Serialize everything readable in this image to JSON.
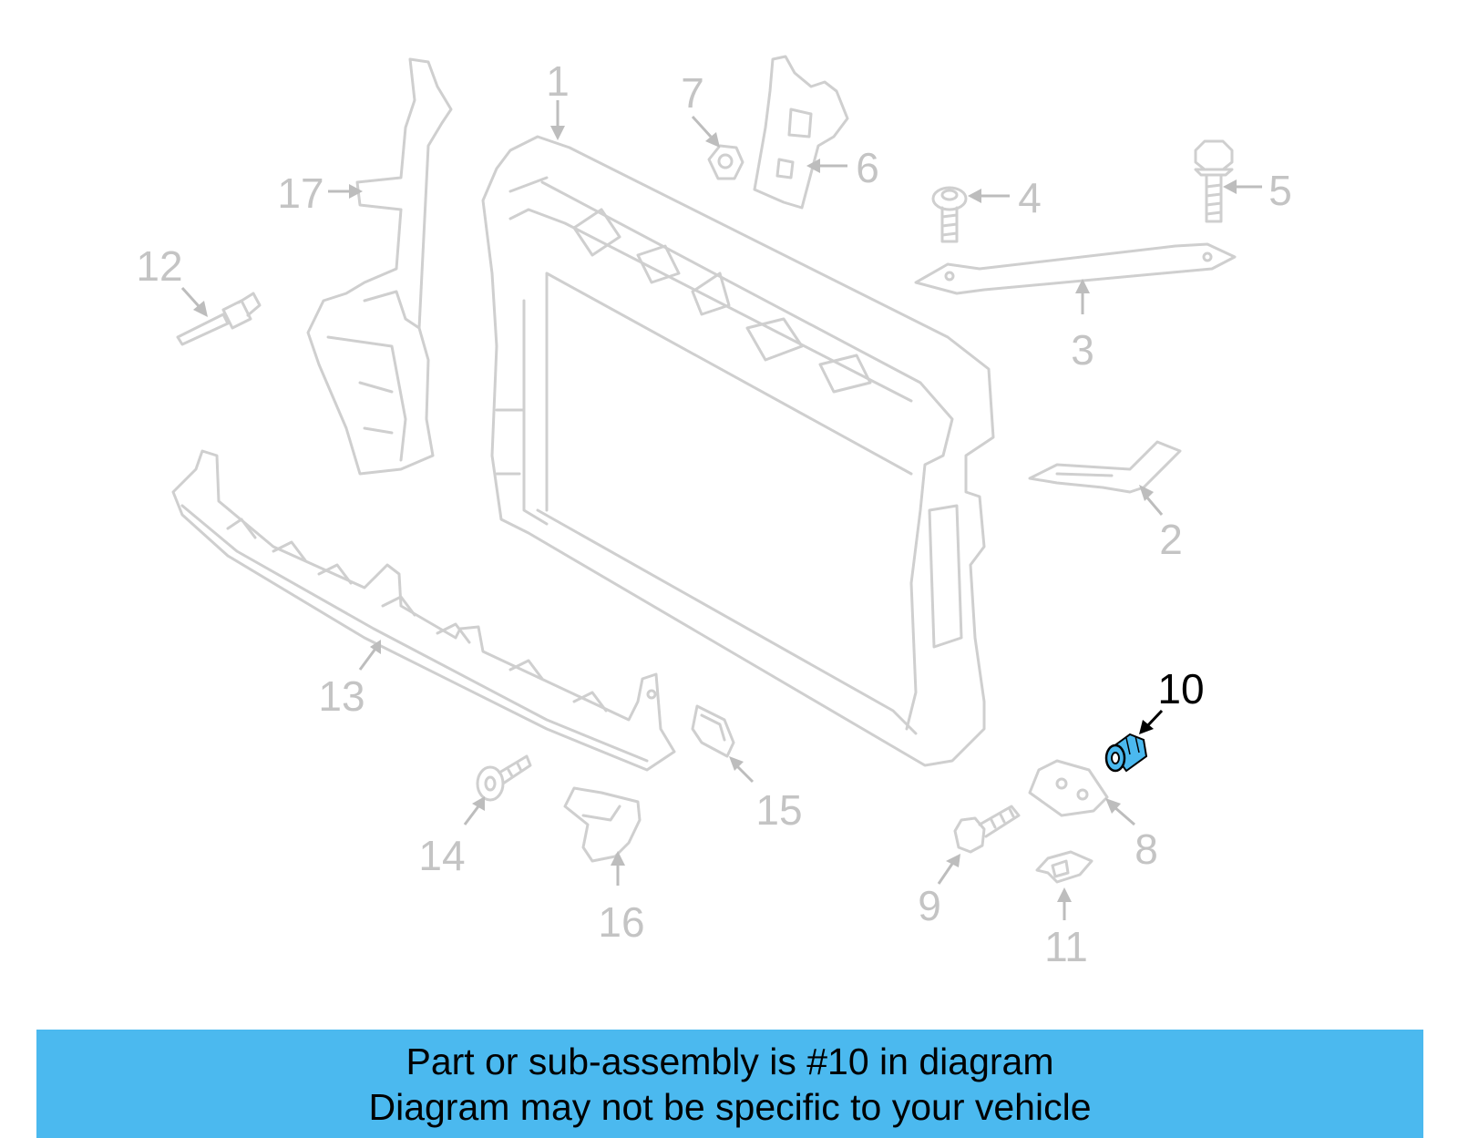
{
  "callouts": [
    {
      "id": "1",
      "label": "1"
    },
    {
      "id": "2",
      "label": "2"
    },
    {
      "id": "3",
      "label": "3"
    },
    {
      "id": "4",
      "label": "4"
    },
    {
      "id": "5",
      "label": "5"
    },
    {
      "id": "6",
      "label": "6"
    },
    {
      "id": "7",
      "label": "7"
    },
    {
      "id": "8",
      "label": "8"
    },
    {
      "id": "9",
      "label": "9"
    },
    {
      "id": "10",
      "label": "10"
    },
    {
      "id": "11",
      "label": "11"
    },
    {
      "id": "12",
      "label": "12"
    },
    {
      "id": "13",
      "label": "13"
    },
    {
      "id": "14",
      "label": "14"
    },
    {
      "id": "15",
      "label": "15"
    },
    {
      "id": "16",
      "label": "16"
    },
    {
      "id": "17",
      "label": "17"
    }
  ],
  "highlighted_part": "10",
  "colors": {
    "highlight": "#4bb9ef",
    "banner": "#4bb9ef",
    "part_outline": "#cfcfcf",
    "label": "#c4c4c4"
  },
  "banner": {
    "line1": "Part or sub-assembly is #10 in diagram",
    "line2": "Diagram may not be specific to your vehicle"
  }
}
